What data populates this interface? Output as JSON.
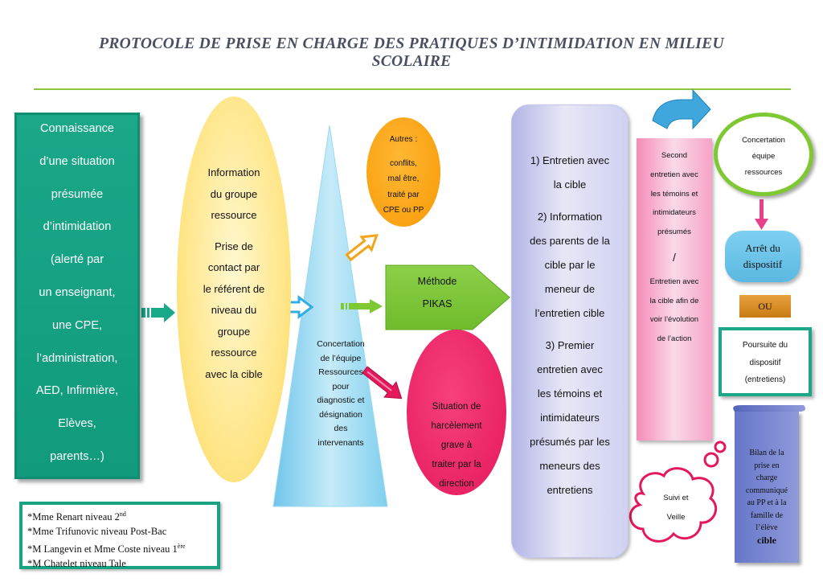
{
  "title": {
    "line1": "PROTOCOLE DE PRISE EN CHARGE DES PRATIQUES D’INTIMIDATION EN MILIEU",
    "line2": "SCOLAIRE"
  },
  "intro_box": {
    "lines": [
      "Connaissance",
      "d’une situation",
      "présumée",
      "d’intimidation",
      "(alerté par",
      "un enseignant,",
      "une CPE,",
      "l’administration,",
      "AED, Infirmière,",
      "Elèves,",
      "parents…)"
    ]
  },
  "legend": {
    "items": [
      {
        "name": "*Mme Renart niveau 2",
        "sup": "nd"
      },
      {
        "name": "*Mme Trifunovic niveau Post-Bac",
        "sup": ""
      },
      {
        "name": "*M Langevin et Mme Coste niveau 1",
        "sup": "ère"
      },
      {
        "name": "*M Chatelet niveau Tale",
        "sup": ""
      }
    ]
  },
  "info_oval": {
    "lines": [
      "Information",
      "du groupe",
      "ressource",
      "Prise de",
      "contact par",
      "le référent de",
      "niveau du",
      "groupe",
      "ressource",
      "avec la cible"
    ]
  },
  "pyramid": {
    "lines": [
      "Concertation",
      "de l’équipe",
      "Ressources",
      "pour",
      "diagnostic et",
      "désignation",
      "des",
      "intervenants"
    ]
  },
  "autres_oval": {
    "lines": [
      "Autres :",
      "",
      "conflits,",
      "mal être,",
      "traité par",
      "CPE ou PP"
    ]
  },
  "pikas": {
    "lines": [
      "Méthode",
      "PIKAS"
    ]
  },
  "harcelement_oval": {
    "lines": [
      "Situation de",
      "harcèlement",
      "grave à",
      "traiter par la",
      "direction"
    ]
  },
  "entretiens": {
    "lines": [
      "1) Entretien avec",
      "la cible",
      "2) Information",
      "des parents de la",
      "cible par le",
      "meneur de",
      "l’entretien cible",
      "3) Premier",
      "entretien avec",
      "les témoins et",
      "intimidateurs",
      "présumés par les",
      "meneurs des",
      "entretiens"
    ]
  },
  "second_entretien": {
    "lines": [
      "Second",
      "entretien avec",
      "les témoins et",
      "intimidateurs",
      "présumés",
      "",
      "/",
      "",
      "Entretien avec",
      "la cible afin de",
      "voir l’évolution",
      "de l’action"
    ]
  },
  "concertation": {
    "lines": [
      "Concertation",
      "équipe",
      "ressources"
    ]
  },
  "arret": {
    "lines": [
      "Arrêt du",
      "dispositif"
    ]
  },
  "ou": {
    "label": "OU"
  },
  "poursuite": {
    "lines": [
      "Poursuite du",
      "dispositif",
      "(entretiens)"
    ]
  },
  "bilan": {
    "lines": [
      "Bilan de la",
      "prise en",
      "charge",
      "communiqué",
      "au PP et à la",
      "famille de"
    ],
    "last_prefix": "l’élève ",
    "last_bold": "cible"
  },
  "suivi": {
    "lines": [
      "Suivi et",
      "Veille"
    ]
  },
  "colors": {
    "teal": "#1aa889",
    "yellow": "#ffe586",
    "cyan": "#89d4ee",
    "orange": "#f79a06",
    "green": "#7ec832",
    "magenta": "#e4185b",
    "lavender": "#d8daf4",
    "pink": "#f6a3c6",
    "blue": "#5bb8e2",
    "brown": "#c97b12",
    "periwinkle": "#7c88d2"
  }
}
